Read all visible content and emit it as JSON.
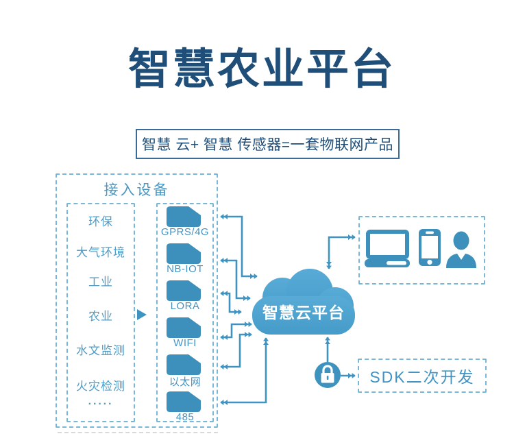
{
  "page": {
    "title": "智慧农业平台",
    "subtitle": "智慧 云+ 智慧 传感器=一套物联网产品"
  },
  "access_devices": {
    "title": "接入设备",
    "applications": [
      "环保",
      "大气环境",
      "工业",
      "农业",
      "水文监测",
      "火灾检测",
      "·····"
    ],
    "protocols": [
      "GPRS/4G",
      "NB-IOT",
      "LORA",
      "WIFI",
      "以太网",
      "485"
    ]
  },
  "cloud": {
    "label": "智慧云平台"
  },
  "sdk": {
    "label": "SDK二次开发"
  },
  "icons": {
    "protocol_chip": "sim-card-icon",
    "terminals": [
      "laptop-icon",
      "smartphone-icon",
      "user-icon"
    ],
    "security": "padlock-icon",
    "pointer": "triangle-right-icon"
  },
  "colors": {
    "title_navy": "#1f4e79",
    "diagram_blue": "#3f93c0",
    "icon_blue": "#3d8fbc",
    "cloud_blue": "#4fa5d2",
    "dashed_border": "#79b7d7",
    "label_blue": "#4793bf",
    "divider_gray": "#d9d9d9"
  }
}
